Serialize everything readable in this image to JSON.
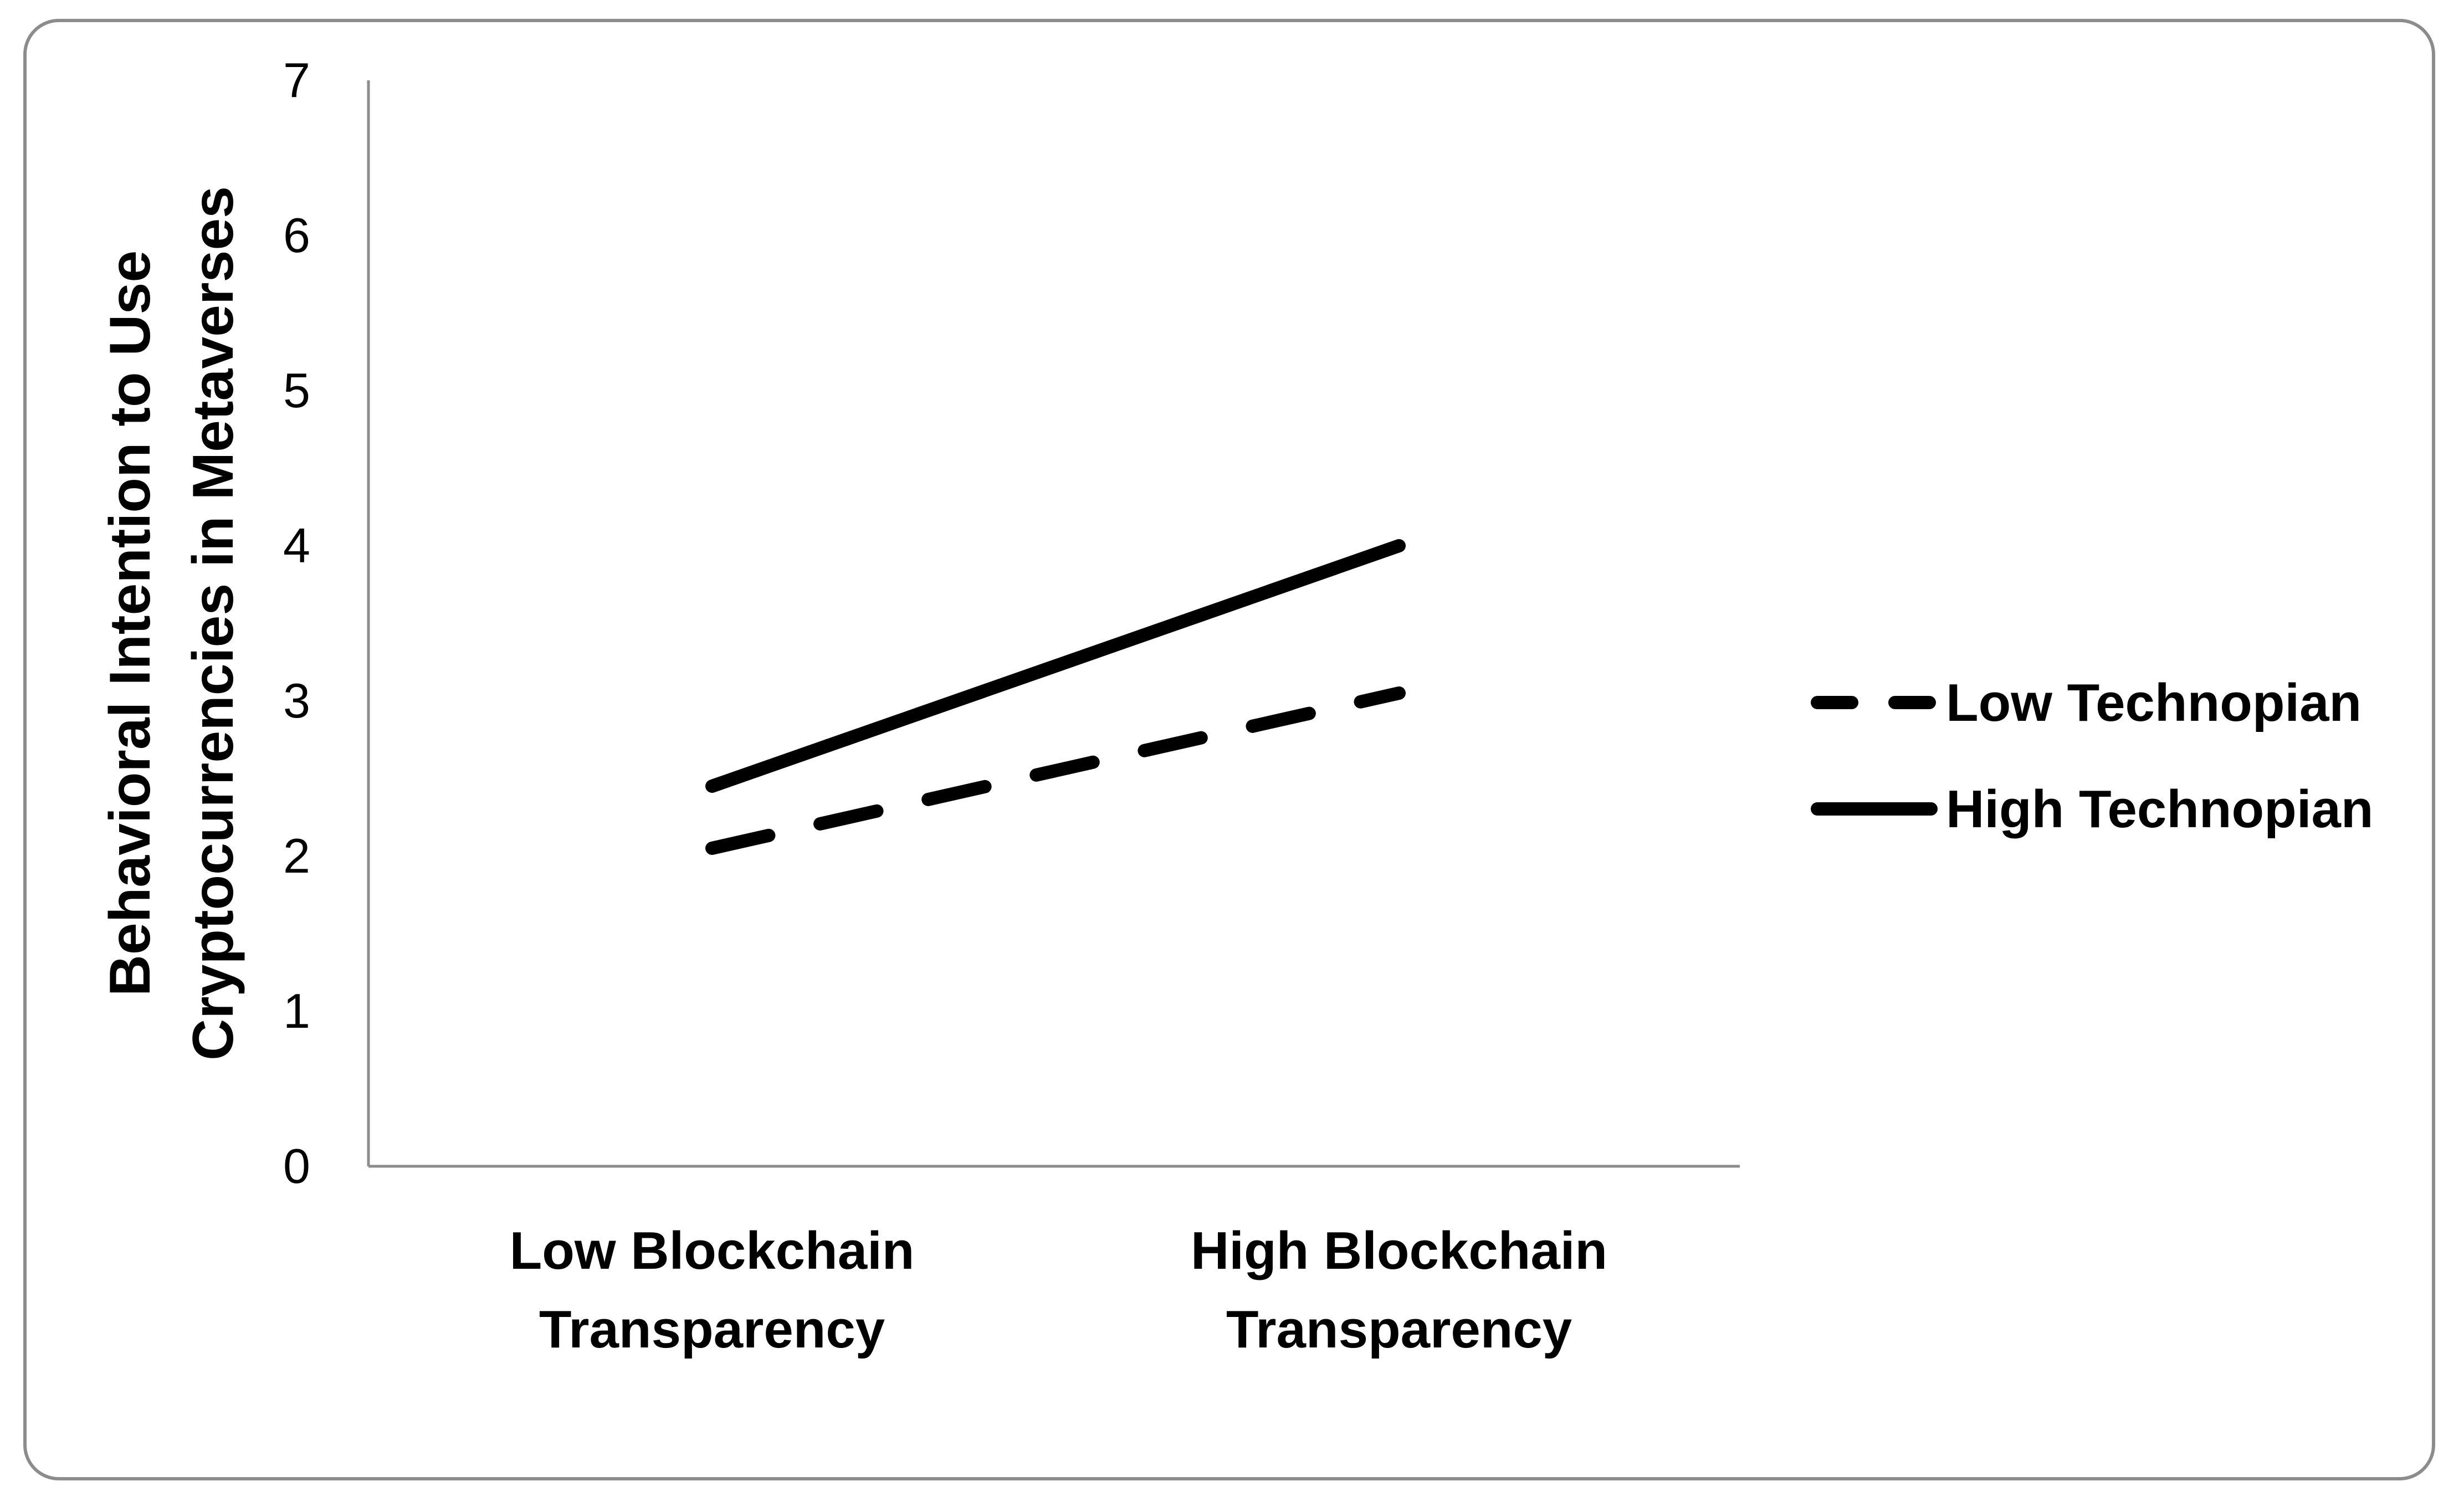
{
  "chart_data": {
    "type": "line",
    "title": "",
    "ylabel_lines": [
      "Behavioral Intention to Use",
      "Cryptocurrencies in Metaverses"
    ],
    "categories": [
      [
        "Low Blockchain",
        "Transparency"
      ],
      [
        "High Blockchain",
        "Transparency"
      ]
    ],
    "ylim": [
      0,
      7
    ],
    "yticks": [
      "0",
      "1",
      "2",
      "3",
      "4",
      "5",
      "6",
      "7"
    ],
    "grid": false,
    "legend_position": "right",
    "series": [
      {
        "name": "Low Technopian",
        "style": "dashed",
        "color": "#000000",
        "values": [
          2.05,
          3.05
        ]
      },
      {
        "name": "High Technopian",
        "style": "solid",
        "color": "#000000",
        "values": [
          2.45,
          4.0
        ]
      }
    ]
  }
}
